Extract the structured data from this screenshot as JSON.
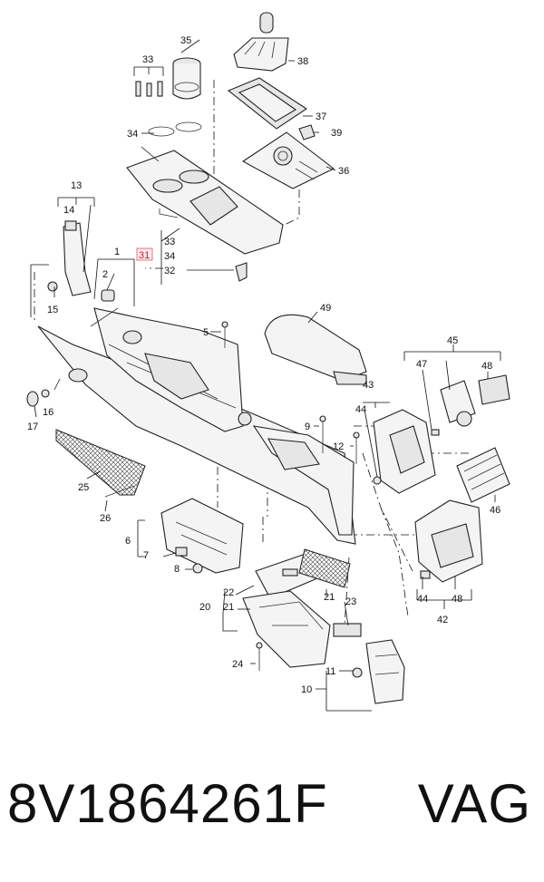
{
  "caption": {
    "part_number": "8V1864261F",
    "brand": "VAG"
  },
  "highlighted_callout": "31",
  "callouts": {
    "c1": "1",
    "c2": "2",
    "c5": "5",
    "c6": "6",
    "c7": "7",
    "c8": "8",
    "c9": "9",
    "c10": "10",
    "c11": "11",
    "c12": "12",
    "c13": "13",
    "c14": "14",
    "c15": "15",
    "c16": "16",
    "c17": "17",
    "c20": "20",
    "c21a": "21",
    "c21b": "21",
    "c22": "22",
    "c23": "23",
    "c24": "24",
    "c25": "25",
    "c26": "26",
    "c31": "31",
    "c32": "32",
    "c33a": "33",
    "c33b": "33",
    "c34a": "34",
    "c34b": "34",
    "c35": "35",
    "c36": "36",
    "c37": "37",
    "c38": "38",
    "c39": "39",
    "c42": "42",
    "c43": "43",
    "c44a": "44",
    "c44b": "44",
    "c45": "45",
    "c46": "46",
    "c47": "47",
    "c48a": "48",
    "c48b": "48",
    "c49": "49"
  }
}
